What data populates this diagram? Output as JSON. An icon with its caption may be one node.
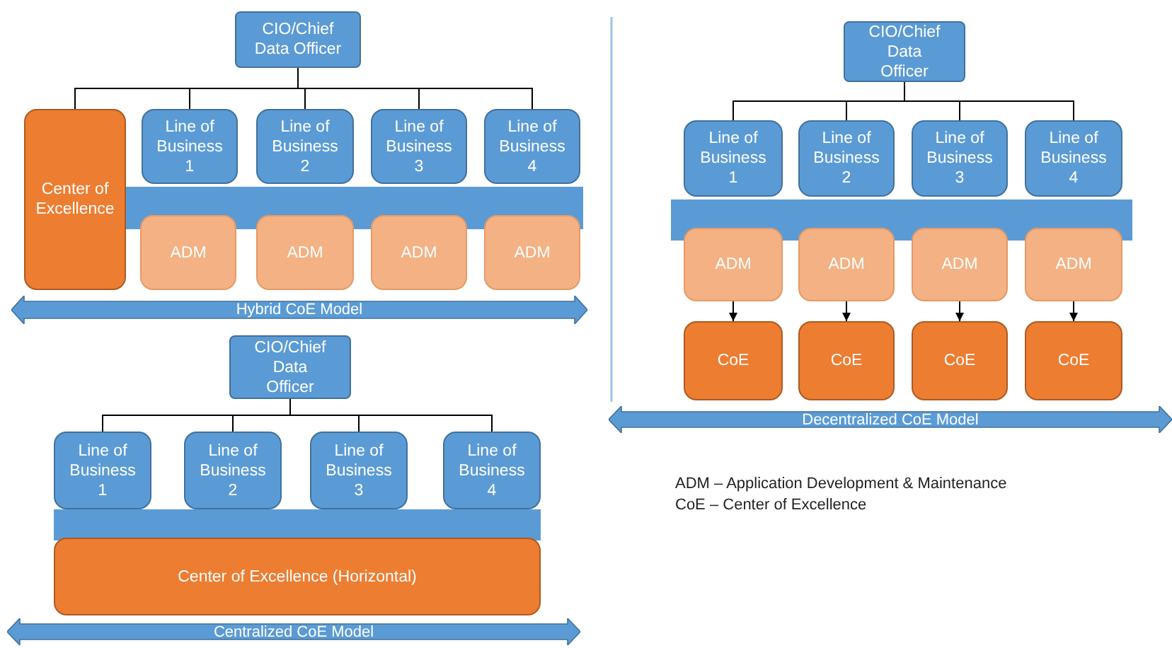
{
  "diagram": {
    "nodes": [
      {
        "text": [
          "CIO/Chief Data Officer"
        ]
      },
      {
        "text": [
          "Center of Excellence"
        ]
      },
      {
        "text": [
          "Line of Business 1"
        ]
      },
      {
        "text": [
          "Line of Business 2"
        ]
      },
      {
        "text": [
          "Line of Business 3"
        ]
      },
      {
        "text": [
          "Line of Business 4"
        ]
      },
      {
        "text": [],
        "shape": "bar"
      },
      {
        "text": [
          "ADM"
        ]
      },
      {
        "text": [
          "ADM"
        ]
      },
      {
        "text": [
          "ADM"
        ]
      },
      {
        "text": [
          "ADM"
        ]
      },
      {
        "text": [
          "Hybrid CoE Model"
        ]
      },
      {
        "text": [
          "CIO/Chief Data Officer"
        ]
      },
      {
        "text": [
          "Line of Business 1"
        ]
      },
      {
        "text": [
          "Line of Business 2"
        ]
      },
      {
        "text": [
          "Line of Business 3"
        ]
      },
      {
        "text": [
          "Line of Business 4"
        ]
      },
      {
        "text": [],
        "shape": "bar"
      },
      {
        "text": [
          "ADM"
        ]
      },
      {
        "text": [
          "ADM"
        ]
      },
      {
        "text": [
          "ADM"
        ]
      },
      {
        "text": [
          "ADM"
        ]
      },
      {
        "text": [
          "CoE"
        ]
      },
      {
        "text": [
          "CoE"
        ]
      },
      {
        "text": [
          "CoE"
        ]
      },
      {
        "text": [
          "CoE"
        ]
      },
      {
        "text": [
          "Decentralized CoE Model"
        ]
      },
      {
        "text": [
          "CIO/Chief Data Officer"
        ]
      },
      {
        "text": [
          "Line of Business 1"
        ]
      },
      {
        "text": [
          "Line of Business 2"
        ]
      },
      {
        "text": [
          "Line of Business 3"
        ]
      },
      {
        "text": [
          "Line of Business 4"
        ]
      },
      {
        "text": [],
        "shape": "bar"
      },
      {
        "text": [
          "Center of Excellence (Horizontal)"
        ]
      },
      {
        "text": [
          "Centralized CoE Model"
        ]
      }
    ],
    "edges": [
      {
        "from": 0,
        "to": 1,
        "arrow": "none"
      },
      {
        "from": 0,
        "to": 2,
        "arrow": "none"
      },
      {
        "from": 0,
        "to": 3,
        "arrow": "none"
      },
      {
        "from": 0,
        "to": 4,
        "arrow": "none"
      },
      {
        "from": 0,
        "to": 5,
        "arrow": "none"
      },
      {
        "from": 12,
        "to": 13,
        "arrow": "none"
      },
      {
        "from": 12,
        "to": 14,
        "arrow": "none"
      },
      {
        "from": 12,
        "to": 15,
        "arrow": "none"
      },
      {
        "from": 12,
        "to": 16,
        "arrow": "none"
      },
      {
        "from": 18,
        "to": 22,
        "arrow": "to"
      },
      {
        "from": 19,
        "to": 23,
        "arrow": "to"
      },
      {
        "from": 20,
        "to": 24,
        "arrow": "to"
      },
      {
        "from": 21,
        "to": 25,
        "arrow": "to"
      },
      {
        "from": 27,
        "to": 28,
        "arrow": "none"
      },
      {
        "from": 27,
        "to": 29,
        "arrow": "none"
      },
      {
        "from": 27,
        "to": 30,
        "arrow": "none"
      },
      {
        "from": 27,
        "to": 31,
        "arrow": "none"
      }
    ],
    "labels": [
      "ADM – Application Development & Maintenance",
      "CoE – Center of Excellence"
    ]
  }
}
